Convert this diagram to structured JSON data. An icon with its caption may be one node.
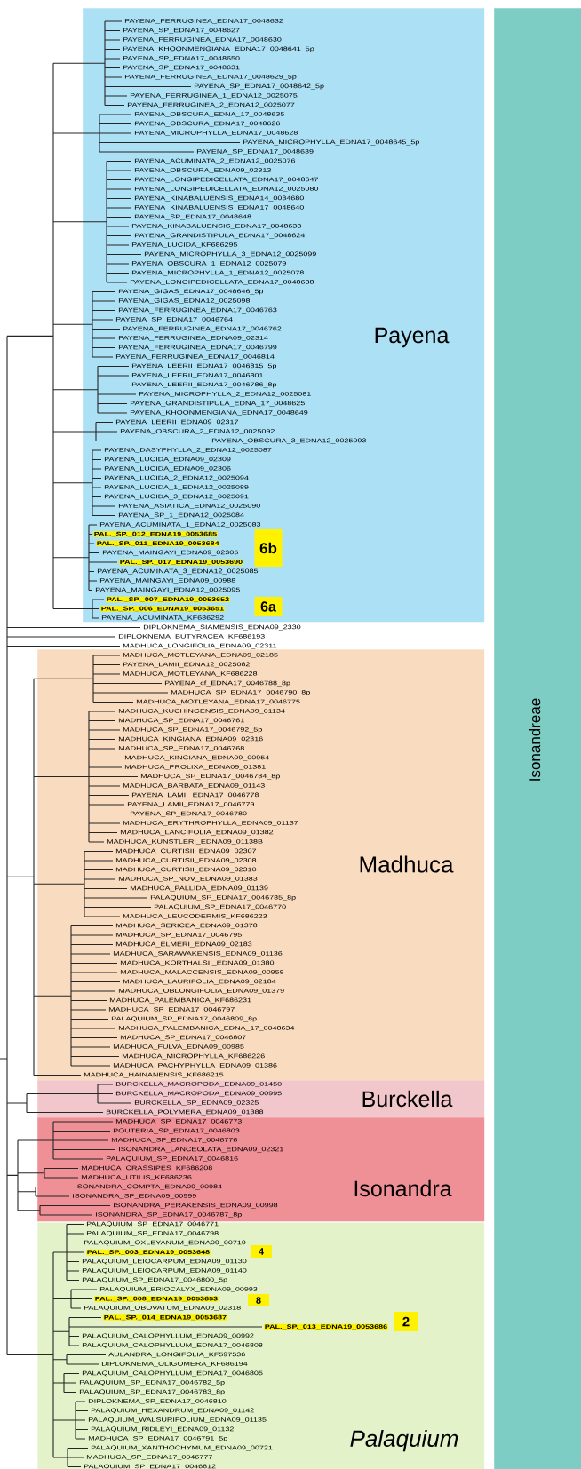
{
  "diagram": {
    "nodes": [
      {
        "text": [
          "Payena"
        ]
      },
      {
        "text": [
          "PAL._SP._012_EDNA19_0053685"
        ],
        "in": 0
      },
      {
        "text": [
          "PAL._SP._011_EDNA19_0053684"
        ],
        "in": 0
      },
      {
        "text": [
          "6b"
        ],
        "in": 0
      },
      {
        "text": [
          "PAL._SP._017_EDNA19_0053690"
        ],
        "in": 0
      },
      {
        "text": [
          "PAL._SP._007_EDNA19_0053652"
        ],
        "in": 0
      },
      {
        "text": [
          "6a"
        ],
        "in": 0
      },
      {
        "text": [
          "PAL._SP._006_EDNA19_0053651"
        ],
        "in": 0
      },
      {
        "text": [
          "Madhuca"
        ]
      },
      {
        "text": [
          "Burckella"
        ]
      },
      {
        "text": [
          "Isonandra"
        ]
      },
      {
        "text": [
          "Palaquium"
        ]
      },
      {
        "text": [
          "PAL._SP._003_EDNA19_0053648"
        ],
        "in": 11
      },
      {
        "text": [
          "4"
        ],
        "in": 11
      },
      {
        "text": [
          "PAL._SP._008_EDNA19_0053653"
        ],
        "in": 11
      },
      {
        "text": [
          "8"
        ],
        "in": 11
      },
      {
        "text": [
          "PAL._SP._014_EDNA19_0053687"
        ],
        "in": 11
      },
      {
        "text": [
          "PAL._SP._013_EDNA19_0053686"
        ],
        "in": 11
      },
      {
        "text": [
          "2"
        ],
        "in": 11
      },
      {
        "text": [
          "Isonandreae"
        ]
      }
    ],
    "labels": [
      "PAYENA_FERRUGINEA_EDNA17_0048632",
      "PAYENA_SP_EDNA17_0048627",
      "PAYENA_FERRUGINEA_EDNA17_0048630",
      "PAYENA_KHOONMENGIANA_EDNA17_0048641_5p",
      "PAYENA_SP_EDNA17_0048650",
      "PAYENA_SP_EDNA17_0048631",
      "PAYENA_FERRUGINEA_EDNA17_0048629_5p",
      "PAYENA_SP_EDNA17_0048642_5p",
      "PAYENA_FERRUGINEA_1_EDNA12_0025075",
      "PAYENA_FERRUGINEA_2_EDNA12_0025077",
      "PAYENA_OBSCURA_EDNA_17_0048635",
      "PAYENA_OBSCURA_EDNA17_0048626",
      "PAYENA_MICROPHYLLA_EDNA17_0048628",
      "PAYENA_MICROPHYLLA_EDNA17_0048645_5p",
      "PAYENA_SP_EDNA17_0048639",
      "PAYENA_ACUMINATA_2_EDNA12_0025076",
      "PAYENA_OBSCURA_EDNA09_02313",
      "PAYENA_LONGIPEDICELLATA_EDNA17_0048647",
      "PAYENA_LONGIPEDICELLATA_EDNA12_0025080",
      "PAYENA_KINABALUENSIS_EDNA14_0034680",
      "PAYENA_KINABALUENSIS_EDNA17_0048640",
      "PAYENA_SP_EDNA17_0048648",
      "PAYENA_KINABALUENSIS_EDNA17_0048633",
      "PAYENA_GRANDISTIPULA_EDNA17_0048624",
      "PAYENA_LUCIDA_KF686295",
      "PAYENA_MICROPHYLLA_3_EDNA12_0025099",
      "PAYENA_OBSCURA_1_EDNA12_0025079",
      "PAYENA_MICROPHYLLA_1_EDNA12_0025078",
      "PAYENA_LONGIPEDICELLATA_EDNA17_0048638",
      "PAYENA_GIGAS_EDNA17_0048646_5p",
      "PAYENA_GIGAS_EDNA12_0025098",
      "PAYENA_FERRUGINEA_EDNA17_0046763",
      "PAYENA_SP_EDNA17_0046764",
      "PAYENA_FERRUGINEA_EDNA17_0046762",
      "PAYENA_FERRUGINEA_EDNA09_02314",
      "PAYENA_FERRUGINEA_EDNA17_0046799",
      "PAYENA_FERRUGINEA_EDNA17_0046814",
      "PAYENA_LEERII_EDNA17_0046815_5p",
      "PAYENA_LEERII_EDNA17_0046801",
      "PAYENA_LEERII_EDNA17_0046786_8p",
      "PAYENA_MICROPHYLLA_2_EDNA12_0025081",
      "PAYENA_GRANDISTIPULA_EDNA_17_0048625",
      "PAYENA_KHOONMENGIANA_EDNA17_0048649",
      "PAYENA_LEERII_EDNA09_02317",
      "PAYENA_OBSCURA_2_EDNA12_0025092",
      "PAYENA_OBSCURA_3_EDNA12_0025093",
      "PAYENA_DASYPHYLLA_2_EDNA12_0025087",
      "PAYENA_LUCIDA_EDNA09_02309",
      "PAYENA_LUCIDA_EDNA09_02306",
      "PAYENA_LUCIDA_2_EDNA12_0025094",
      "PAYENA_LUCIDA_1_EDNA12_0025089",
      "PAYENA_LUCIDA_3_EDNA12_0025091",
      "PAYENA_ASIATICA_EDNA12_0025090",
      "PAYENA_SP_1_EDNA12_0025084",
      "PAYENA_ACUMINATA_1_EDNA12_0025083",
      "PAYENA_MAINGAYI_EDNA09_02305",
      "PAYENA_ACUMINATA_3_EDNA12_0025085",
      "PAYENA_MAINGAYI_EDNA09_00988",
      "PAYENA_MAINGAYI_EDNA12_0025095",
      "PAYENA_ACUMINATA_KF686292",
      "DIPLOKNEMA_SIAMENSIS_EDNA09_2330",
      "DIPLOKNEMA_BUTYRACEA_KF686193",
      "MADHUCA_LONGIFOLIA_EDNA09_02311",
      "MADHUCA_MOTLEYANA_EDNA09_02185",
      "PAYENA_LAMII_EDNA12_0025082",
      "MADHUCA_MOTLEYANA_KF686228",
      "PAYENA_cf_EDNA17_0046788_8p",
      "MADHUCA_SP_EDNA17_0046790_8p",
      "MADHUCA_MOTLEYANA_EDNA17_0046775",
      "MADHUCA_KUCHINGENSIS_EDNA09_01134",
      "MADHUCA_SP_EDNA17_0046761",
      "MADHUCA_SP_EDNA17_0046792_5p",
      "MADHUCA_KINGIANA_EDNA09_02316",
      "MADHUCA_SP_EDNA17_0046768",
      "MADHUCA_KINGIANA_EDNA09_00954",
      "MADHUCA_PROLIXA_EDNA09_01381",
      "MADHUCA_SP_EDNA17_0046784_8p",
      "MADHUCA_BARBATA_EDNA09_01143",
      "PAYENA_LAMII_EDNA17_0046778",
      "PAYENA_LAMII_EDNA17_0046779",
      "PAYENA_SP_EDNA17_0046780",
      "MADHUCA_ERYTHROPHYLLA_EDNA09_01137",
      "MADHUCA_LANCIFOLIA_EDNA09_01382",
      "MADHUCA_KUNSTLERI_EDNA09_01138B",
      "MADHUCA_CURTISII_EDNA09_02307",
      "MADHUCA_CURTISII_EDNA09_02308",
      "MADHUCA_CURTISII_EDNA09_02310",
      "MADHUCA_SP_NOV_EDNA09_01383",
      "MADHUCA_PALLIDA_EDNA09_01139",
      "PALAQUIUM_SP_EDNA17_0046785_8p",
      "PALAQUIUM_SP_EDNA17_0046770",
      "MADHUCA_LEUCODERMIS_KF686223",
      "MADHUCA_SERICEA_EDNA09_01378",
      "MADHUCA_SP_EDNA17_0046795",
      "MADHUCA_ELMERI_EDNA09_02183",
      "MADHUCA_SARAWAKENSIS_EDNA09_01136",
      "MADHUCA_KORTHALSII_EDNA09_01380",
      "MADHUCA_MALACCENSIS_EDNA09_00958",
      "MADHUCA_LAURIFOLIA_EDNA09_02184",
      "MADHUCA_OBLONGIFOLIA_EDNA09_01379",
      "MADHUCA_PALEMBANICA_KF686231",
      "MADHUCA_SP_EDNA17_0046797",
      "PALAQUIUM_SP_EDNA17_0046809_8p",
      "MADHUCA_PALEMBANICA_EDNA_17_0048634",
      "MADHUCA_SP_EDNA17_0046807",
      "MADHUCA_FULVA_EDNA09_00985",
      "MADHUCA_MICROPHYLLA_KF686226",
      "MADHUCA_PACHYPHYLLA_EDNA09_01386",
      "MADHUCA_HAINANENSIS_KF686215",
      "BURCKELLA_MACROPODA_EDNA09_01450",
      "BURCKELLA_MACROPODA_EDNA09_00995",
      "BURCKELLA_SP_EDNA09_02325",
      "BURCKELLA_POLYMERA_EDNA09_01388",
      "MADHUCA_SP_EDNA17_0046773",
      "POUTERIA_SP_EDNA17_0046803",
      "MADHUCA_SP_EDNA17_0046776",
      "ISONANDRA_LANCEOLATA_EDNA09_02321",
      "PALAQUIUM_SP_EDNA17_0046816",
      "MADHUCA_CRASSIPES_KF686208",
      "MADHUCA_UTILIS_KF686236",
      "ISONANDRA_COMPTA_EDNA09_00984",
      "ISONANDRA_SP_EDNA09_00999",
      "ISONANDRA_PERAKENSIS_EDNA09_00998",
      "ISONANDRA_SP_EDNA17_0046787_8p",
      "PALAQUIUM_SP_EDNA17_0046771",
      "PALAQUIUM_SP_EDNA17_0046798",
      "PALAQUIUM_OXLEYANUM_EDNA09_00719",
      "PALAQUIUM_LEIOCARPUM_EDNA09_01130",
      "PALAQUIUM_LEIOCARPUM_EDNA09_01140",
      "PALAQUIUM_SP_EDNA17_0046800_5p",
      "PALAQUIUM_ERIOCALYX_EDNA09_00993",
      "PALAQUIUM_OBOVATUM_EDNA09_02318",
      "PALAQUIUM_CALOPHYLLUM_EDNA09_00992",
      "PALAQUIUM_CALOPHYLLUM_EDNA17_0046808",
      "AULANDRA_LONGIFOLIA_KF597536",
      "DIPLOKNEMA_OLIGOMERA_KF686194",
      "PALAQUIUM_CALOPHYLLUM_EDNA17_0046805",
      "PALAQUIUM_SP_EDNA17_0046782_5p",
      "PALAQUIUM_SP_EDNA17_0046783_8p",
      "DIPLOKNEMA_SP_EDNA17_0046810",
      "PALAQUIUM_HEXANDRUM_EDNA09_01142",
      "PALAQUIUM_WALSURIFOLIUM_EDNA09_01135",
      "PALAQUIUM_RIDLEYI_EDNA09_01132",
      "MADHUCA_SP_EDNA17_0046791_5p",
      "PALAQUIUM_XANTHOCHYMUM_EDNA09_00721",
      "MADHUCA_SP_EDNA17_0046777",
      "PALAQUIUM_SP_EDNA17_0046812"
    ]
  }
}
